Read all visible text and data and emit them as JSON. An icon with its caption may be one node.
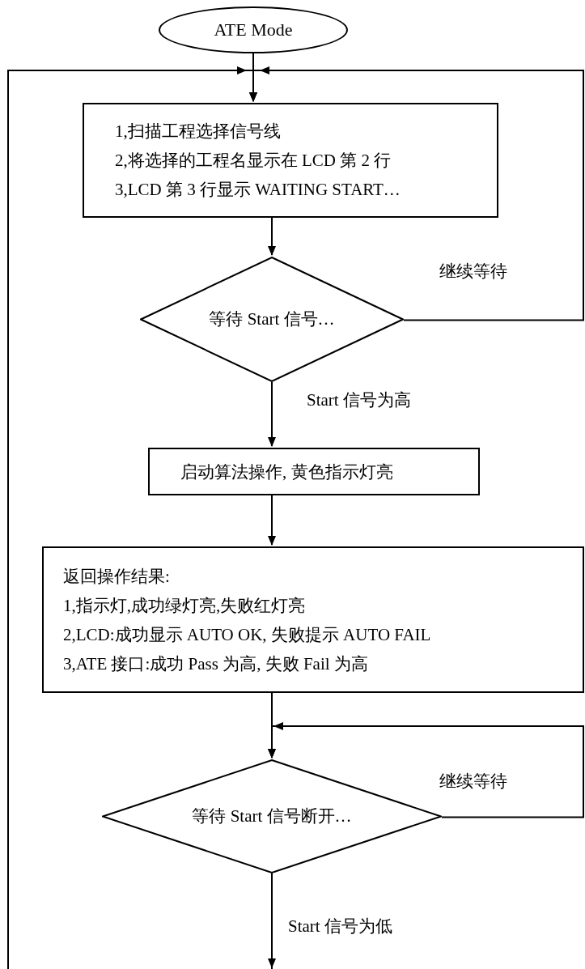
{
  "diagram": {
    "nodes": [
      {
        "text": [
          "ATE Mode"
        ]
      },
      {
        "text": [
          "1,扫描工程选择信号线",
          "2,将选择的工程名显示在 LCD 第 2 行",
          "3,LCD 第 3 行显示 WAITING START…"
        ]
      },
      {
        "text": [
          "等待 Start 信号…"
        ]
      },
      {
        "text": [
          "启动算法操作, 黄色指示灯亮"
        ]
      },
      {
        "text": [
          "返回操作结果:",
          "1,指示灯,成功绿灯亮,失败红灯亮",
          "2,LCD:成功显示 AUTO OK, 失败提示 AUTO FAIL",
          "3,ATE 接口:成功 Pass 为高, 失败 Fail 为高"
        ]
      },
      {
        "text": [
          "等待 Start 信号断开…"
        ]
      }
    ],
    "edges": [
      {
        "from": 0,
        "to": 1,
        "arrow": "to"
      },
      {
        "from": 1,
        "to": 2,
        "arrow": "to"
      },
      {
        "from": 2,
        "to": 1,
        "arrow": "to",
        "label": "继续等待"
      },
      {
        "from": 2,
        "to": 3,
        "arrow": "to",
        "label": "Start 信号为高"
      },
      {
        "from": 3,
        "to": 4,
        "arrow": "to"
      },
      {
        "from": 4,
        "to": 5,
        "arrow": "to"
      },
      {
        "from": 5,
        "to": 5,
        "arrow": "to",
        "label": "继续等待"
      },
      {
        "from": 5,
        "to": 1,
        "arrow": "to",
        "label": "Start 信号为低"
      }
    ]
  }
}
